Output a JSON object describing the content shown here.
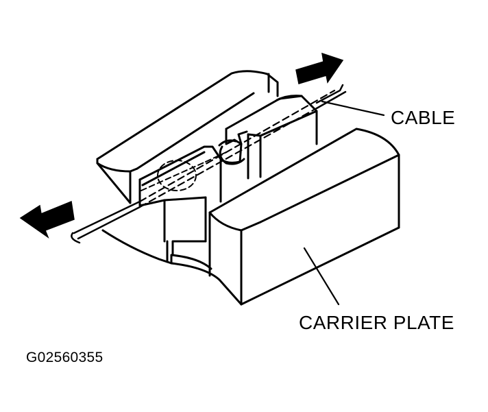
{
  "labels": {
    "cable": "CABLE",
    "carrier_plate": "CARRIER PLATE",
    "figure_code": "G02560355"
  },
  "colors": {
    "ink": "#000000",
    "paper": "#ffffff"
  }
}
